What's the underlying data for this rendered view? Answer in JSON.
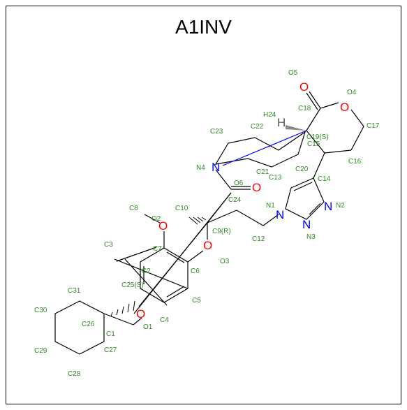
{
  "title": "A1INV",
  "colors": {
    "bond": "#000000",
    "carbon_label": "#2e8b22",
    "oxygen": "#ff0000",
    "nitrogen": "#0000ff",
    "hydrogen": "#555555"
  },
  "atom_labels": [
    "C1",
    "C2",
    "C3",
    "C4",
    "C5",
    "C6",
    "C7",
    "C8",
    "C9(R)",
    "C10",
    "C12",
    "C13",
    "C14",
    "C15",
    "C16",
    "C17",
    "C18",
    "C19(S)",
    "C20",
    "C21",
    "C22",
    "C23",
    "C24",
    "C25(S)",
    "C26",
    "C27",
    "C28",
    "C29",
    "C30",
    "C31",
    "H24",
    "N1",
    "N2",
    "N3",
    "N4",
    "O1",
    "O2",
    "O3",
    "O4",
    "O5",
    "O6"
  ],
  "heteroatoms": [
    {
      "symbol": "O",
      "element": "oxygen"
    },
    {
      "symbol": "O",
      "element": "oxygen"
    },
    {
      "symbol": "O",
      "element": "oxygen"
    },
    {
      "symbol": "O",
      "element": "oxygen"
    },
    {
      "symbol": "O",
      "element": "oxygen"
    },
    {
      "symbol": "O",
      "element": "oxygen"
    },
    {
      "symbol": "N",
      "element": "nitrogen"
    },
    {
      "symbol": "N",
      "element": "nitrogen"
    },
    {
      "symbol": "N",
      "element": "nitrogen"
    },
    {
      "symbol": "N",
      "element": "nitrogen"
    },
    {
      "symbol": "H",
      "element": "hydrogen"
    }
  ]
}
